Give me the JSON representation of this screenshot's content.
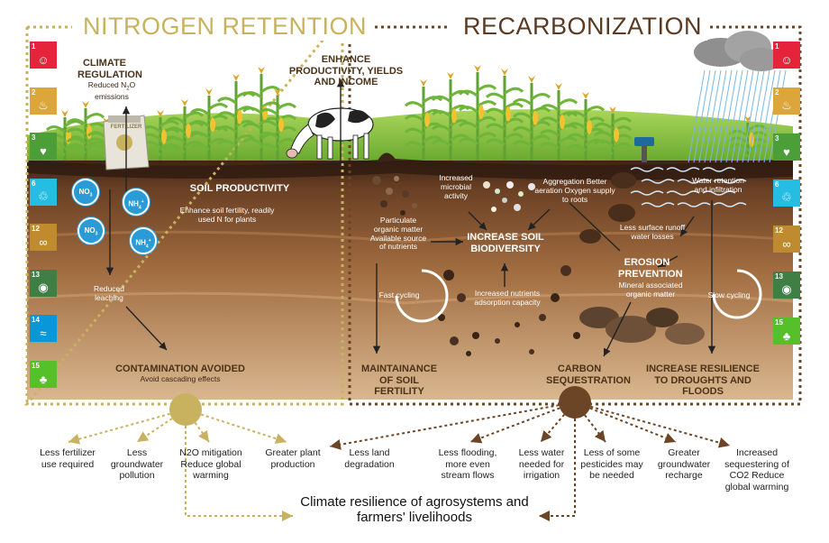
{
  "titles": {
    "left": "NITROGEN RETENTION",
    "right": "RECARBONIZATION"
  },
  "sdg_left": [
    {
      "num": "1",
      "icon": "family",
      "color": "#e5243b"
    },
    {
      "num": "2",
      "icon": "bowl",
      "color": "#dda63a"
    },
    {
      "num": "3",
      "icon": "heartbeat",
      "color": "#4c9f38"
    },
    {
      "num": "6",
      "icon": "water-drop",
      "color": "#26bde2"
    },
    {
      "num": "12",
      "icon": "infinity",
      "color": "#bf8b2e"
    },
    {
      "num": "13",
      "icon": "eye-globe",
      "color": "#3f7e44"
    },
    {
      "num": "14",
      "icon": "fish",
      "color": "#0a97d9"
    },
    {
      "num": "15",
      "icon": "tree",
      "color": "#56c02b"
    }
  ],
  "sdg_right": [
    {
      "num": "1",
      "icon": "family",
      "color": "#e5243b"
    },
    {
      "num": "2",
      "icon": "bowl",
      "color": "#dda63a"
    },
    {
      "num": "3",
      "icon": "heartbeat",
      "color": "#4c9f38"
    },
    {
      "num": "6",
      "icon": "water-drop",
      "color": "#26bde2"
    },
    {
      "num": "12",
      "icon": "infinity",
      "color": "#bf8b2e"
    },
    {
      "num": "13",
      "icon": "eye-globe",
      "color": "#3f7e44"
    },
    {
      "num": "15",
      "icon": "tree",
      "color": "#56c02b"
    }
  ],
  "left": {
    "climate_regulation": "CLIMATE REGULATION",
    "reduced_n2o_a": "Reduced N",
    "reduced_n2o_sub": "2",
    "reduced_n2o_b": "O emissions",
    "fertilizer": "FERTILIZER",
    "soil_productivity": "SOIL PRODUCTIVITY",
    "enhance_fertility": "Enhance soil fertility, readily used N for plants",
    "reduced_leaching": "Reduced leaching",
    "contamination": "CONTAMINATION AVOIDED",
    "cascading": "Avoid cascading effects",
    "ions": [
      {
        "base": "NO",
        "sub": "3",
        "sup": ""
      },
      {
        "base": "NH",
        "sub": "4",
        "sup": "+"
      },
      {
        "base": "NO",
        "sub": "3",
        "sup": ""
      },
      {
        "base": "NH",
        "sub": "4",
        "sup": "+"
      }
    ]
  },
  "center": {
    "enhance_productivity": "ENHANCE PRODUCTIVITY, YIELDS AND INCOME"
  },
  "right": {
    "increased_microbial": "Increased microbial activity",
    "aggregation": "Aggregation Better aeration Oxygen supply to roots",
    "water_retention": "Water retention and infiltration",
    "particulate": "Particulate organic matter Available source of nutrients",
    "increase_biodiversity": "INCREASE SOIL BIODIVERSITY",
    "less_runoff": "Less surface runoff water losses",
    "erosion_prevention": "EROSION PREVENTION",
    "mineral_associated": "Mineral associated organic matter",
    "fast_cycling": "Fast cycling",
    "slow_cycling": "Slow cycling",
    "increased_nutrients": "Increased nutrients adsorption capacity",
    "maintainance": "MAINTAINANCE OF SOIL FERTILITY",
    "carbon_sequestration": "CARBON SEQUESTRATION",
    "increase_resilience": "INCREASE RESILIENCE TO DROUGHTS AND FLOODS"
  },
  "bottom_left": [
    "Less fertilizer use required",
    "Less groundwater pollution",
    "N2O mitigation Reduce global warming",
    "Greater plant production"
  ],
  "bottom_right": [
    "Less land degradation",
    "Less flooding, more even stream flows",
    "Less water needed for irrigation",
    "Less of some pesticides may be needed",
    "Greater groundwater recharge",
    "Increased sequestering of CO2 Reduce global warming"
  ],
  "footer": "Climate resilience of agrosystems and farmers' livelihoods",
  "colors": {
    "gold": "#c9b25f",
    "brown": "#6b4526",
    "arrow_dark": "#222222",
    "soil_top": "#4a2d1a",
    "soil_mid": "#8a5a33",
    "soil_low": "#c8996a",
    "grass": "#7fc241",
    "ion_blue": "#2a9bd6"
  }
}
